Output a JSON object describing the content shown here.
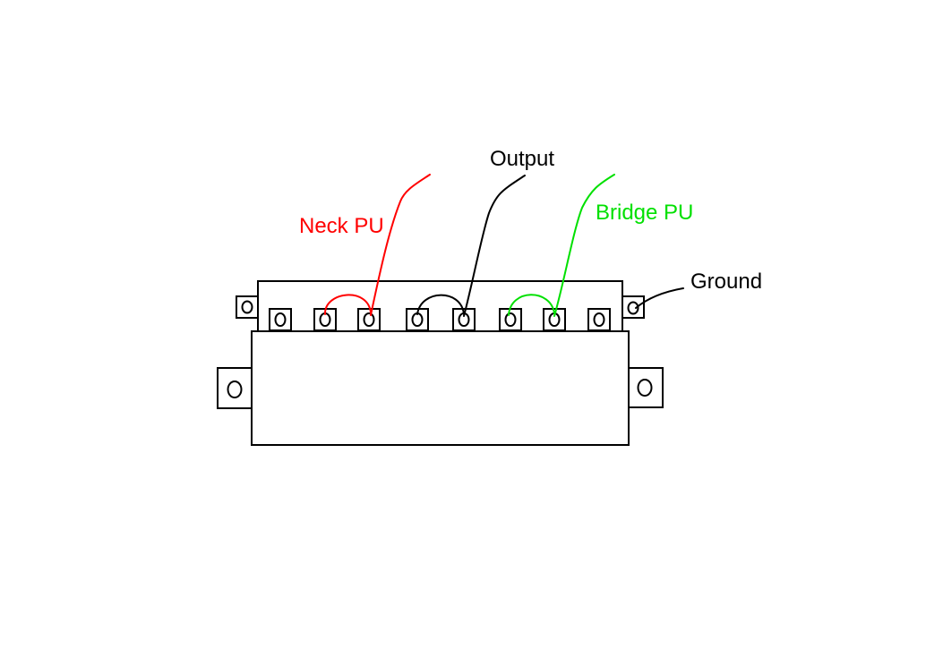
{
  "diagram": {
    "labels": {
      "neck": "Neck PU",
      "output": "Output",
      "bridge": "Bridge PU",
      "ground": "Ground"
    },
    "colors": {
      "neck": "#ff0000",
      "output": "#000000",
      "bridge": "#00e000",
      "outline": "#000000",
      "background": "#ffffff"
    },
    "components": [
      "pickup-selector-switch",
      "switch-terminal-lug",
      "mounting-tab",
      "wire"
    ],
    "terminal_count": 8
  }
}
